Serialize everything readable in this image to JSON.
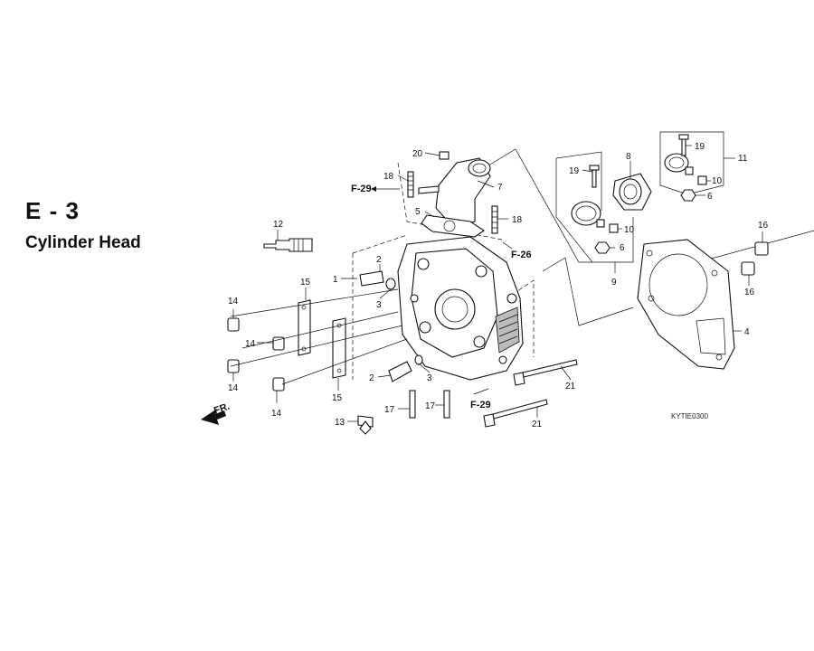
{
  "header": {
    "section": "E - 3",
    "title": "Cylinder Head"
  },
  "diagram_code": "KYTIE0300",
  "front_marker": "FR.",
  "references": [
    "F-29",
    "F-26",
    "F-29"
  ],
  "callouts": [
    "1",
    "2",
    "2",
    "3",
    "3",
    "4",
    "5",
    "6",
    "6",
    "7",
    "8",
    "9",
    "10",
    "10",
    "11",
    "12",
    "13",
    "14",
    "14",
    "14",
    "14",
    "15",
    "15",
    "16",
    "16",
    "17",
    "17",
    "18",
    "18",
    "19",
    "19",
    "20",
    "21",
    "21"
  ]
}
